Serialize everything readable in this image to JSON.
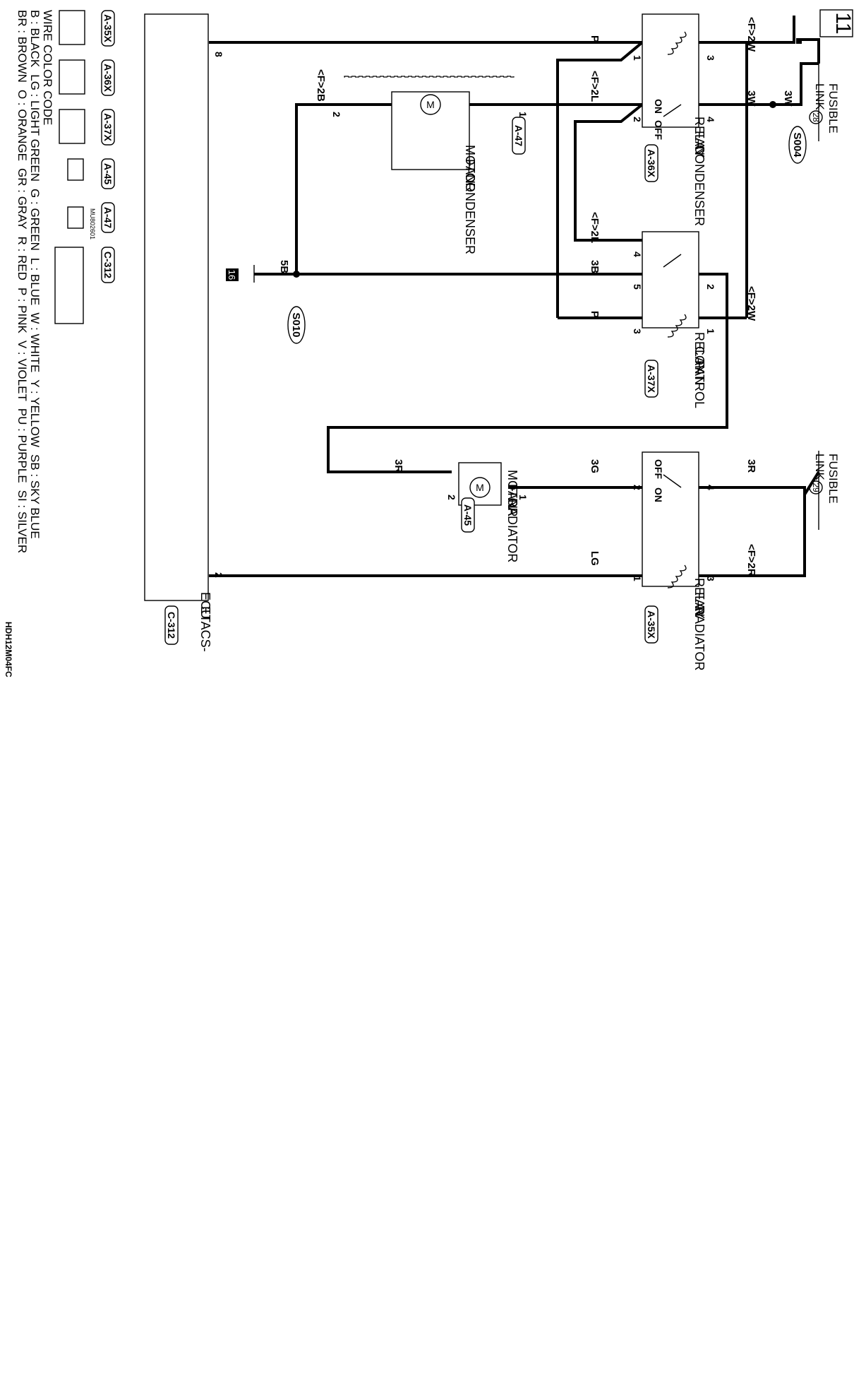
{
  "page_number": "11",
  "fusible_link_28": {
    "label": "FUSIBLE\nLINK",
    "num": "28"
  },
  "fusible_link_29": {
    "label": "FUSIBLE\nLINK",
    "num": "29"
  },
  "wires": {
    "f2w_top": "<F>2W",
    "f2w_mid": "<F>2W",
    "w3_a": "3W",
    "w3_b": "3W",
    "p_top": "P",
    "p_mid": "P",
    "f2l_a": "<F>2L",
    "f2l_b": "<F>2L",
    "f2b": "<F>2B",
    "b3": "3B",
    "b5": "5B",
    "r3_a": "3R",
    "r3_b": "3R",
    "g3": "3G",
    "lg": "LG",
    "f2r": "<F>2R"
  },
  "splices": {
    "s004": "S004",
    "s010": "S010"
  },
  "ground": "16",
  "components": {
    "condenser_relay": {
      "name": "CONDENSER\nFAN\nRELAY",
      "conn": "A-36X",
      "on": "ON",
      "off": "OFF"
    },
    "fan_control_relay": {
      "name": "FAN\nCONTROL\nRELAY",
      "conn": "A-37X"
    },
    "radiator_relay": {
      "name": "RADIATOR\nFAN\nRELAY",
      "conn": "A-35X",
      "on": "ON",
      "off": "OFF"
    },
    "condenser_motor": {
      "name": "CONDENSER\nFAN\nMOTOR",
      "conn": "A-47"
    },
    "radiator_motor": {
      "name": "RADIATOR\nFAN\nMOTOR",
      "conn": "A-45"
    },
    "etacs": {
      "name": "ETACS-\nECU",
      "conn": "C-312"
    }
  },
  "pins": {
    "p1": "1",
    "p2": "2",
    "p3": "3",
    "p4": "4",
    "p5": "5",
    "p8": "8"
  },
  "connector_legend": [
    "A-35X",
    "A-36X",
    "A-37X",
    "A-45",
    "A-47",
    "C-312"
  ],
  "connector_part": "MU802601",
  "wire_color_code": {
    "title": "WIRE COLOR CODE",
    "rows": [
      [
        "B : BLACK",
        "LG : LIGHT GREEN",
        "G : GREEN",
        "L : BLUE",
        "W : WHITE",
        "Y : YELLOW",
        "SB : SKY BLUE"
      ],
      [
        "BR : BROWN",
        "O : ORANGE",
        "GR : GRAY",
        "R : RED",
        "P : PINK",
        "V : VIOLET",
        "PU : PURPLE",
        "SI : SILVER"
      ]
    ]
  },
  "figure_code": "HDH12M04FC"
}
